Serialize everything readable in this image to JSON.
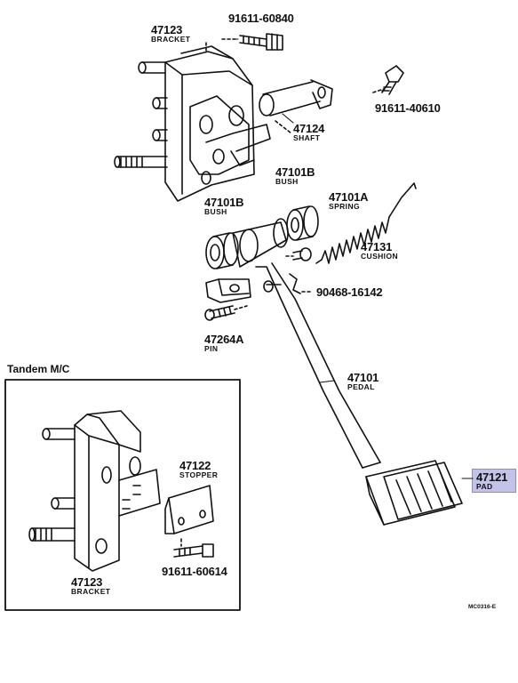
{
  "highlight_color": "#c3c3ea",
  "inset_title": "Tandem M/C",
  "diagram_code": "MC0316-E",
  "parts": {
    "bracket_top": {
      "number": "47123",
      "name": "BRACKET"
    },
    "bolt_top": {
      "number": "91611-60840",
      "name": ""
    },
    "bolt_right": {
      "number": "91611-40610",
      "name": ""
    },
    "shaft": {
      "number": "47124",
      "name": "SHAFT"
    },
    "bush_right": {
      "number": "47101B",
      "name": "BUSH"
    },
    "bush_left": {
      "number": "47101B",
      "name": "BUSH"
    },
    "spring": {
      "number": "47101A",
      "name": "SPRING"
    },
    "cushion": {
      "number": "47131",
      "name": "CUSHION"
    },
    "clip": {
      "number": "90468-16142",
      "name": ""
    },
    "pin": {
      "number": "47264A",
      "name": "PIN"
    },
    "pedal": {
      "number": "47101",
      "name": "PEDAL"
    },
    "pad": {
      "number": "47121",
      "name": "PAD"
    },
    "stopper": {
      "number": "47122",
      "name": "STOPPER"
    },
    "bolt_stopper": {
      "number": "91611-60614",
      "name": ""
    },
    "bracket_inset": {
      "number": "47123",
      "name": "BRACKET"
    }
  }
}
